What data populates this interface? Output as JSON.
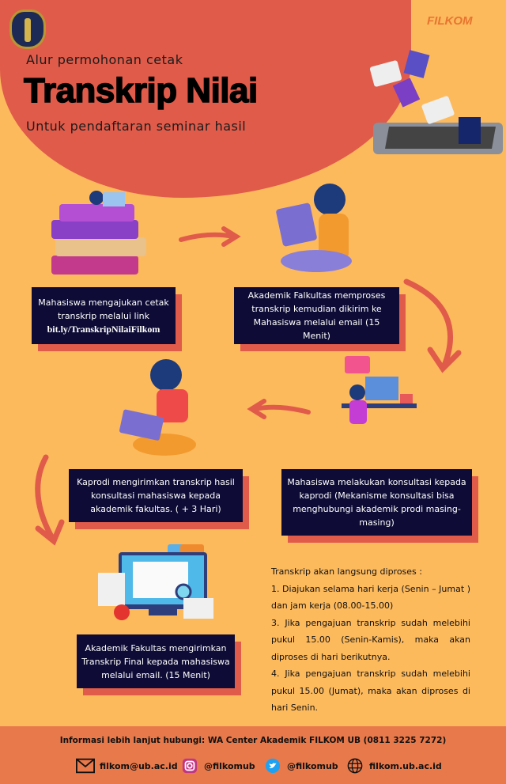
{
  "header": {
    "pretitle": "Alur permohonan cetak",
    "title": "Transkrip Nilai",
    "subtitle": "Untuk pendaftaran seminar hasil",
    "brand": "FILKOM"
  },
  "steps": [
    {
      "lines": [
        "Mahasiswa mengajukan cetak",
        "transkrip melalui link"
      ],
      "link": "bit.ly/TranskripNilaiFilkom"
    },
    {
      "text": "Akademik Falkultas memproses transkrip kemudian dikirim ke Mahasiswa melalui email (15 Menit)"
    },
    {
      "text": "Mahasiswa melakukan konsultasi kepada kaprodi (Mekanisme konsultasi bisa menghubungi akademik prodi masing-masing)"
    },
    {
      "text": "Kaprodi mengirimkan transkrip hasil konsultasi mahasiswa kepada akademik fakultas. ( + 3 Hari)"
    },
    {
      "text": "Akademik Fakultas mengirimkan Transkrip Final kepada mahasiswa melalui email. (15 Menit)"
    }
  ],
  "notes": {
    "heading": "Transkrip akan langsung diproses :",
    "items": [
      "1. Diajukan selama hari kerja (Senin – Jumat ) dan jam kerja (08.00-15.00)",
      "3. Jika pengajuan transkrip sudah melebihi pukul 15.00 (Senin-Kamis), maka akan diproses di hari berikutnya.",
      "4. Jika pengajuan transkrip sudah melebihi pukul 15.00 (Jumat), maka akan diproses di hari Senin."
    ]
  },
  "footer": {
    "info": "Informasi lebih lanjut hubungi: WA Center Akademik FILKOM UB (0811 3225 7272)",
    "contacts": [
      {
        "icon": "mail-icon",
        "label": "filkom@ub.ac.id"
      },
      {
        "icon": "instagram-icon",
        "label": "@filkomub"
      },
      {
        "icon": "twitter-icon",
        "label": "@filkomub"
      },
      {
        "icon": "globe-icon",
        "label": "filkom.ub.ac.id"
      }
    ]
  },
  "colors": {
    "background": "#FDBA5D",
    "accent_red": "#E05B4A",
    "box": "#0E0C36",
    "footer": "#E8794B"
  }
}
